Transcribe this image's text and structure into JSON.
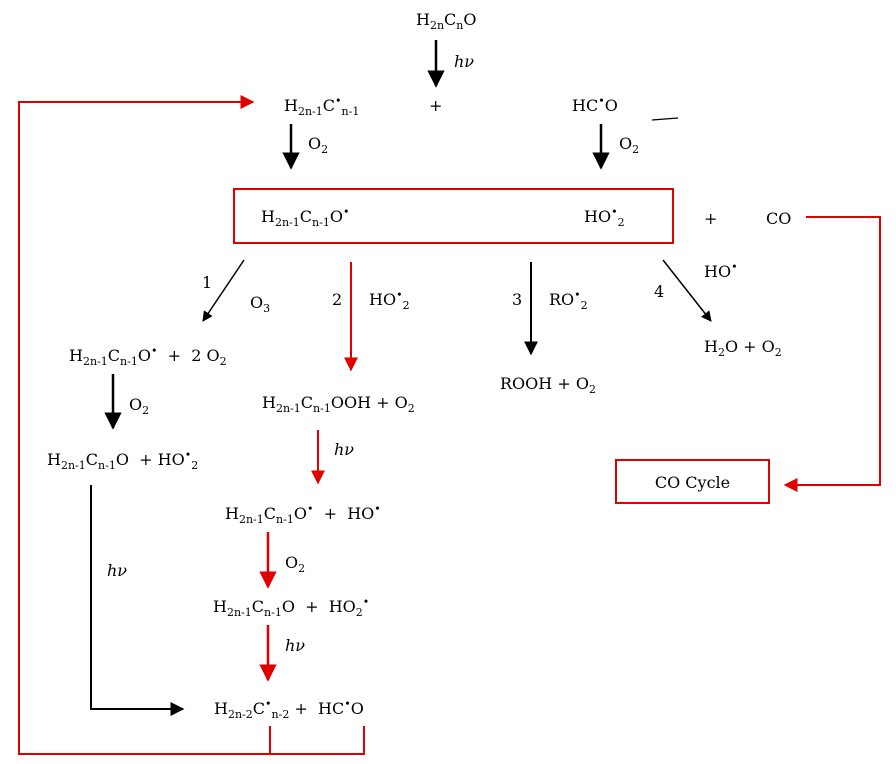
{
  "colors": {
    "red": "#e00000",
    "black": "#000000"
  },
  "species": {
    "start": "H<sub>2n</sub>C<sub>n</sub>O",
    "alkyl_radical": "H<sub>2n-1</sub>C<sup>•</sup><sub>n-1</sub>",
    "plus": "+",
    "formyl": "HC<sup>•</sup>O",
    "peroxy_radical": "H<sub>2n-1</sub>C<sub>n-1</sub>O<sup>•</sup>",
    "hydroperoxyl": "HO<sup>•</sup><sub>2</sub>",
    "plus_co": "+",
    "co": "CO",
    "alkoxy_plus_o2": "H<sub>2n-1</sub>C<sub>n-1</sub>O<sup>•</sup> &nbsp;+ &nbsp;2 O<sub>2</sub>",
    "hydroperoxide": "H<sub>2n-1</sub>C<sub>n-1</sub>OOH + O<sub>2</sub>",
    "rooh": "ROOH + O<sub>2</sub>",
    "water": "H<sub>2</sub>O + O<sub>2</sub>",
    "carbonyl_ho2": "H<sub>2n-1</sub>C<sub>n-1</sub>O &nbsp;+ HO<sup>•</sup><sub>2</sub>",
    "alkoxy_oh": "H<sub>2n-1</sub>C<sub>n-1</sub>O<sup>•</sup> &nbsp;+ &nbsp;HO<sup>•</sup>",
    "carbonyl_ho2_b": "H<sub>2n-1</sub>C<sub>n-1</sub>O &nbsp;+ &nbsp;HO<sub>2</sub><sup>•</sup>",
    "final": "H<sub>2n-2</sub>C<sup>•</sup><sub>n-2</sub> + &nbsp;HC<sup>•</sup>O"
  },
  "labels": {
    "hv": "hν",
    "o2": "O<sub>2</sub>",
    "path1": "1",
    "o3": "O<sub>3</sub>",
    "path2": "2",
    "ho2": "HO<sup>•</sup><sub>2</sub>",
    "path3": "3",
    "ro2": "RO<sup>•</sup><sub>2</sub>",
    "path4": "4",
    "ho": "HO<sup>•</sup>"
  },
  "co_cycle": "CO Cycle"
}
